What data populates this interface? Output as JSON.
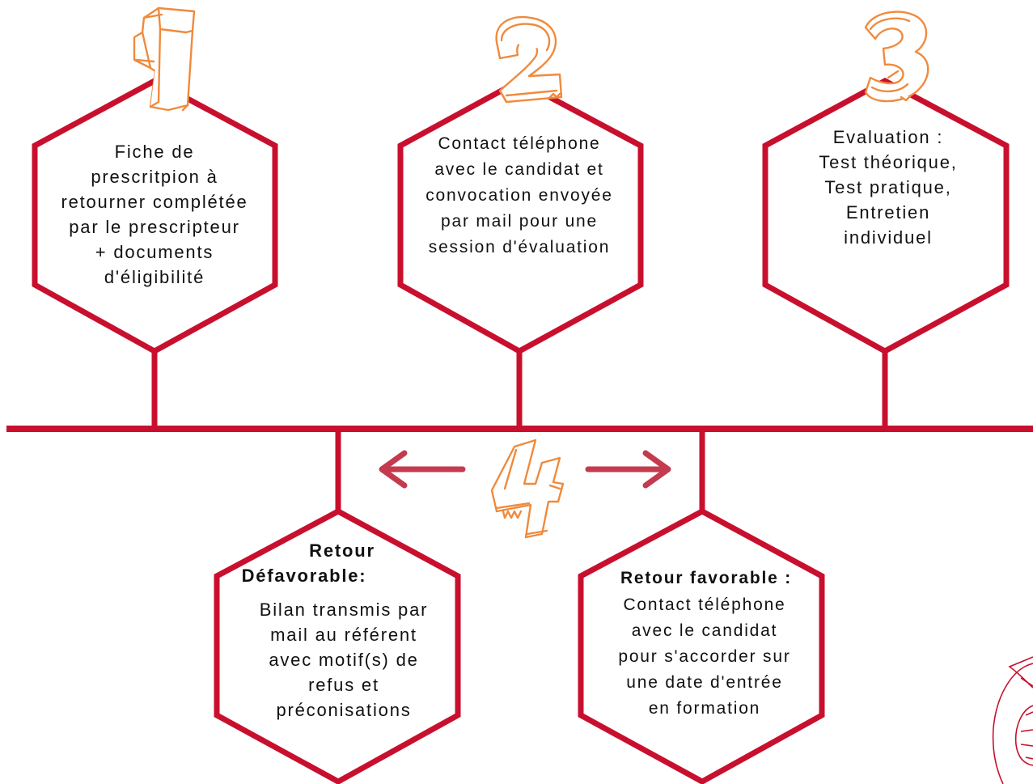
{
  "colors": {
    "line": "#c8102e",
    "arrow": "#c43a4f",
    "number": "#f08a3c"
  },
  "steps": [
    {
      "number": "1",
      "lines": [
        "Fiche de",
        "prescritpion  à",
        "retourner complétée",
        "par le prescripteur",
        "+ documents",
        "d'éligibilité"
      ]
    },
    {
      "number": "2",
      "lines": [
        "Contact téléphone",
        "avec le candidat et",
        "convocation envoyée",
        "par mail pour une",
        "session d'évaluation"
      ]
    },
    {
      "number": "3",
      "lines": [
        "Evaluation :",
        "Test théorique,",
        "Test pratique,",
        "Entretien",
        "individuel"
      ]
    },
    {
      "number": "4",
      "outcomes": [
        {
          "heading_lines": [
            "Retour",
            "Défavorable:"
          ],
          "lines": [
            "Bilan transmis par",
            "mail au référent",
            "avec motif(s) de",
            "refus et",
            "préconisations"
          ]
        },
        {
          "heading_lines": [
            "Retour favorable :"
          ],
          "lines": [
            "Contact téléphone",
            "avec le candidat",
            "pour s'accorder sur",
            "une  date d'entrée",
            "en formation"
          ]
        }
      ]
    }
  ]
}
